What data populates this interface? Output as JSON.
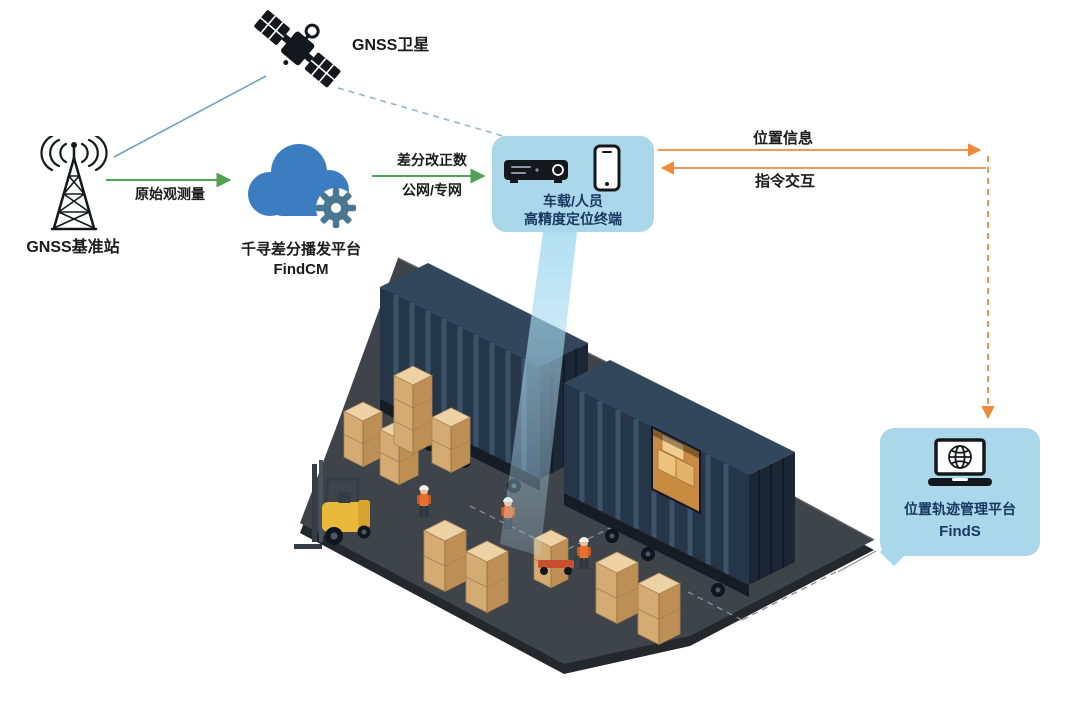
{
  "colors": {
    "page_bg": "#ffffff",
    "callout_bg": "#abd7ea",
    "navy_text": "#17375e",
    "label_text": "#1a1a1a",
    "green_arrow": "#53a253",
    "orange_arrow": "#ef8a3c",
    "cloud_blue": "#3c7dc1",
    "gear_blue": "#4a7691",
    "link_blue": "#73a0ba",
    "dash_blue": "#92b8cb",
    "platform_gray": "#3f444b",
    "container_top": "#33475c",
    "container_side": "#263649",
    "container_end": "#1b2735",
    "crate_top": "#ecd2a4",
    "crate_left": "#d4ab72",
    "crate_right": "#bd8f55",
    "forklift_yellow": "#e9b93c",
    "vest_orange": "#e96e2d",
    "icon_black": "#14181d"
  },
  "nodes": {
    "satellite": {
      "label": "GNSS卫星"
    },
    "base_station": {
      "label": "GNSS基准站"
    },
    "cloud_platform": {
      "title": "千寻差分播发平台",
      "subtitle": "FindCM"
    },
    "terminal": {
      "line1": "车载/人员",
      "line2": "高精度定位终端"
    },
    "management_platform": {
      "title": "位置轨迹管理平台",
      "subtitle": "FindS"
    }
  },
  "links": {
    "raw_observation": {
      "label": "原始观测量"
    },
    "differential_correction": {
      "line1": "差分改正数",
      "line2": "公网/专网"
    },
    "position_info": {
      "label": "位置信息"
    },
    "command_interaction": {
      "label": "指令交互"
    }
  },
  "icons": {
    "satellite": "satellite-icon",
    "base_station": "radio-tower-icon",
    "cloud": "cloud-gear-icon",
    "receiver": "vehicle-terminal-icon",
    "phone": "smartphone-icon",
    "laptop": "laptop-globe-icon"
  }
}
